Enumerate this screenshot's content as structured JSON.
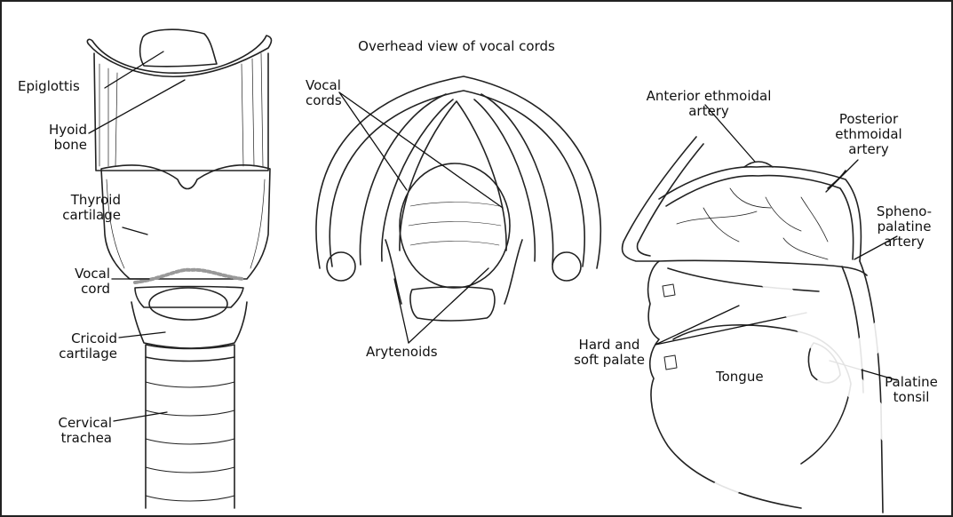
{
  "title": "Overhead view of vocal cords",
  "left_panel": {
    "epiglottis": "Epiglottis",
    "hyoid_bone": "Hyoid\nbone",
    "thyroid_cartilage": "Thyroid\ncartilage",
    "vocal_cord": "Vocal\ncord",
    "cricoid_cartilage": "Cricoid\ncartilage",
    "cervical_trachea": "Cervical\ntrachea"
  },
  "middle_panel": {
    "vocal_cords": "Vocal\ncords",
    "arytenoids": "Arytenoids"
  },
  "right_panel": {
    "anterior_ethmoidal_artery": "Anterior ethmoidal\nartery",
    "posterior_ethmoidal_artery": "Posterior\nethmoidal\nartery",
    "sphenopalatine_artery": "Spheno-\npalatine\nartery",
    "hard_soft_palate": "Hard and\nsoft palate",
    "tongue": "Tongue",
    "palatine_tonsil": "Palatine\ntonsil"
  }
}
